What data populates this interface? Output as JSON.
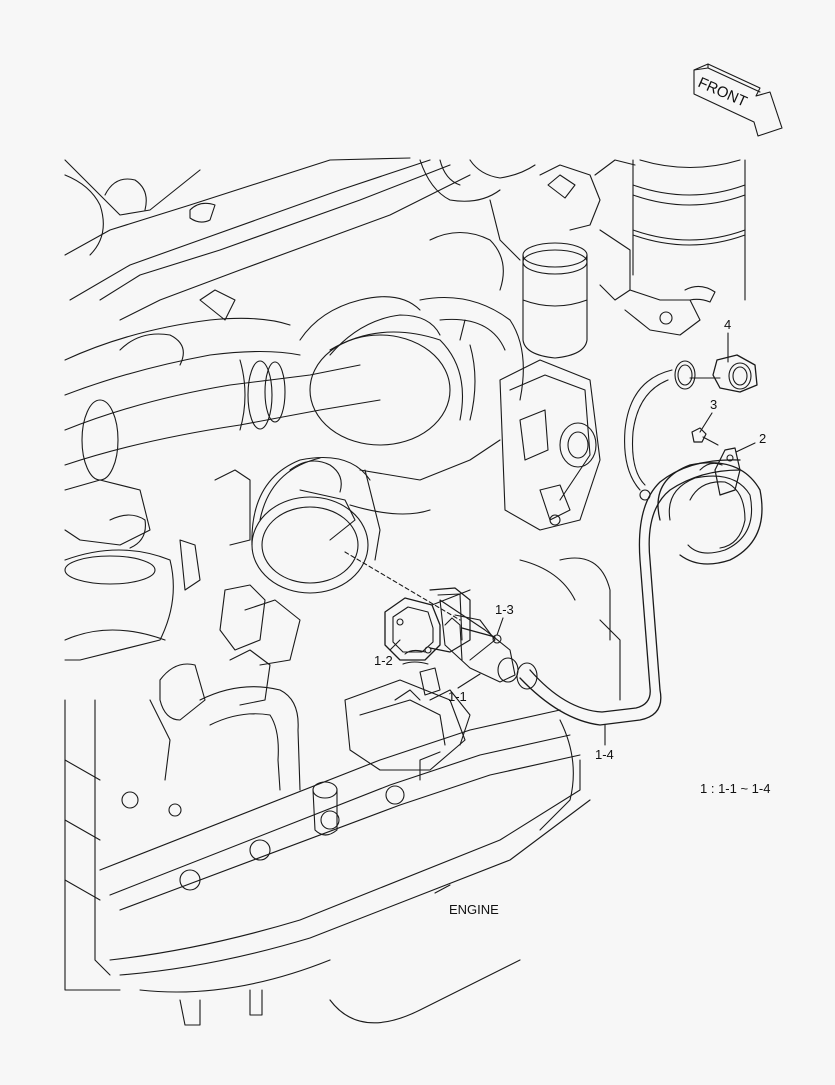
{
  "diagram": {
    "type": "exploded-parts-illustration",
    "subject_label": "ENGINE",
    "orientation_indicator": {
      "text": "FRONT",
      "icon": "arrow-right-down-icon"
    },
    "callouts": [
      {
        "id": "4",
        "label": "4",
        "part": "nut"
      },
      {
        "id": "3",
        "label": "3",
        "part": "bolt"
      },
      {
        "id": "2",
        "label": "2",
        "part": "clamp"
      },
      {
        "id": "1-3",
        "label": "1-3",
        "part": "bolt"
      },
      {
        "id": "1-2",
        "label": "1-2",
        "part": "gasket"
      },
      {
        "id": "1-1",
        "label": "1-1",
        "part": "connector-housing"
      },
      {
        "id": "1-4",
        "label": "1-4",
        "part": "hose"
      }
    ],
    "assembly_note": "1 : 1-1 ~ 1-4",
    "colors": {
      "background": "#f7f7f7",
      "line": "#1a1a1a"
    }
  }
}
